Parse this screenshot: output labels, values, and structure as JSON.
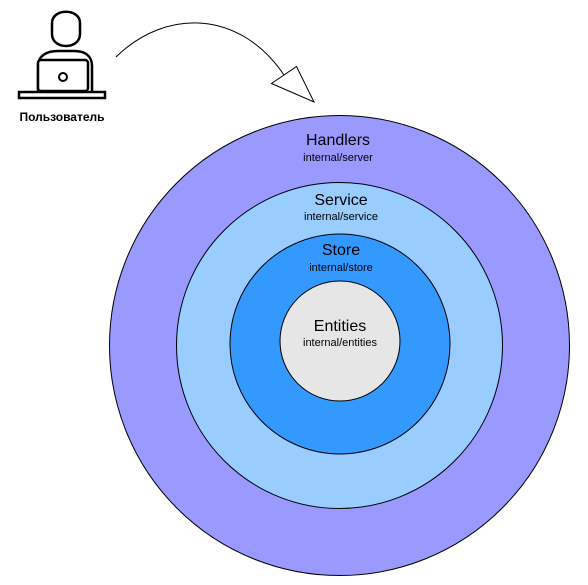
{
  "user": {
    "label": "Пользователь",
    "icon": "user-laptop-icon"
  },
  "layers": [
    {
      "id": "handlers",
      "title": "Handlers",
      "path": "internal/server",
      "color": "#9999ff"
    },
    {
      "id": "service",
      "title": "Service",
      "path": "internal/service",
      "color": "#99ccff"
    },
    {
      "id": "store",
      "title": "Store",
      "path": "internal/store",
      "color": "#3399ff"
    },
    {
      "id": "entities",
      "title": "Entities",
      "path": "internal/entities",
      "color": "#e6e6e6"
    }
  ],
  "arrow": {
    "from": "user",
    "to": "handlers"
  }
}
